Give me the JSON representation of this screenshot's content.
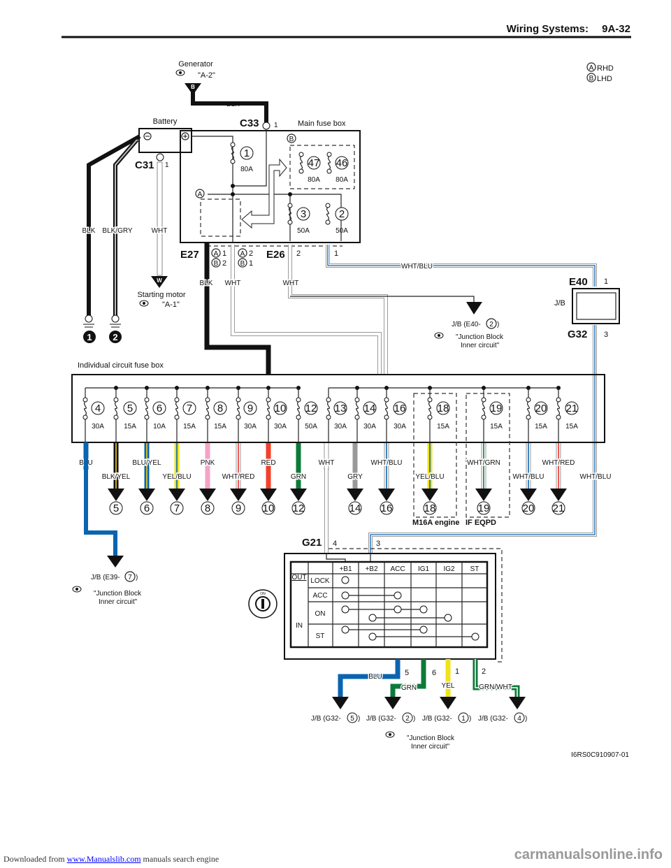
{
  "header": {
    "title": "Wiring Systems:",
    "page": "9A-32"
  },
  "variant_legend": [
    {
      "mark": "A",
      "label": "RHD"
    },
    {
      "mark": "B",
      "label": "LHD"
    }
  ],
  "generator": {
    "label": "Generator",
    "ref": "\"A-2\"",
    "terminal": "B",
    "wire": "BLK"
  },
  "battery": {
    "label": "Battery",
    "connector": "C31",
    "pin": "1",
    "wires": [
      "BLK",
      "BLK/GRY",
      "WHT"
    ]
  },
  "main_fuse_box": {
    "label": "Main fuse box",
    "connector": "C33",
    "pin": "1",
    "fuses": [
      {
        "no": "1",
        "amps": "80A"
      },
      {
        "no": "47",
        "amps": "80A"
      },
      {
        "no": "46",
        "amps": "80A"
      },
      {
        "no": "3",
        "amps": "50A"
      },
      {
        "no": "2",
        "amps": "50A"
      }
    ],
    "variant_marks": [
      "B",
      "A"
    ]
  },
  "e27": {
    "connector": "E27",
    "pins": [
      {
        "mark": "A",
        "pin": "1"
      },
      {
        "mark": "B",
        "pin": "2"
      },
      {
        "mark": "A",
        "pin": "2"
      },
      {
        "mark": "B",
        "pin": "1"
      }
    ],
    "wires": [
      "BLK",
      "WHT"
    ]
  },
  "e26": {
    "connector": "E26",
    "pins": [
      "2",
      "1"
    ],
    "wires": [
      "WHT",
      "WHT/BLU"
    ]
  },
  "starting_motor": {
    "label": "Starting motor",
    "ref": "\"A-1\"",
    "terminal": "W"
  },
  "grounds": [
    "1",
    "2"
  ],
  "jb": {
    "top_connector": "E40",
    "top_pin": "1",
    "label": "J/B",
    "bottom_connector": "G32",
    "bottom_pin": "3"
  },
  "jb_e40_ref": {
    "label": "J/B (E40-",
    "pin": "2",
    "close": ")",
    "ref1": "\"Junction Block",
    "ref2": "Inner circuit\""
  },
  "individual_fuse_box": {
    "label": "Individual circuit fuse box",
    "fuses": [
      {
        "no": "4",
        "amps": "30A",
        "wire": "BLU",
        "color": "#0a64b0",
        "tracer": null,
        "out": null
      },
      {
        "no": "5",
        "amps": "15A",
        "wire": "BLK/YEL",
        "color": "#111111",
        "tracer": "#f2d21b",
        "out": "5"
      },
      {
        "no": "6",
        "amps": "10A",
        "wire": "BLU/YEL",
        "color": "#0a64b0",
        "tracer": "#f2d21b",
        "out": "6"
      },
      {
        "no": "7",
        "amps": "15A",
        "wire": "YEL/BLU",
        "color": "#f2e21b",
        "tracer": "#0a64b0",
        "out": "7"
      },
      {
        "no": "8",
        "amps": "15A",
        "wire": "PNK",
        "color": "#f4a3c8",
        "tracer": null,
        "out": "8"
      },
      {
        "no": "9",
        "amps": "30A",
        "wire": "WHT/RED",
        "color": "#ffffff",
        "tracer": "#e8322a",
        "out": "9"
      },
      {
        "no": "10",
        "amps": "30A",
        "wire": "RED",
        "color": "#f2402a",
        "tracer": null,
        "out": "10"
      },
      {
        "no": "12",
        "amps": "50A",
        "wire": "GRN",
        "color": "#0d7a3a",
        "tracer": null,
        "out": "12"
      },
      {
        "no": "13",
        "amps": "30A",
        "wire": "WHT",
        "color": "#ffffff",
        "tracer": null,
        "out": null
      },
      {
        "no": "14",
        "amps": "30A",
        "wire": "GRY",
        "color": "#999999",
        "tracer": null,
        "out": "14"
      },
      {
        "no": "16",
        "amps": "30A",
        "wire": "WHT/BLU",
        "color": "#ffffff",
        "tracer": "#0a64b0",
        "out": "16"
      },
      {
        "no": "18",
        "amps": "15A",
        "wire": "YEL/BLU",
        "color": "#f2e21b",
        "tracer": "#0a64b0",
        "out": "18"
      },
      {
        "no": "19",
        "amps": "15A",
        "wire": "WHT/GRN",
        "color": "#ffffff",
        "tracer": "#0d7a3a",
        "out": "19"
      },
      {
        "no": "20",
        "amps": "15A",
        "wire": "WHT/BLU",
        "color": "#ffffff",
        "tracer": "#0a64b0",
        "out": "20"
      },
      {
        "no": "21",
        "amps": "15A",
        "wire": "WHT/RED",
        "color": "#ffffff",
        "tracer": "#e8322a",
        "out": "21"
      }
    ],
    "option_labels": [
      "M16A engine",
      "IF EQPD"
    ],
    "jb_wire": "WHT/BLU"
  },
  "jb_e39_ref": {
    "label": "J/B (E39-",
    "pin": "7",
    "close": ")",
    "ref1": "\"Junction Block",
    "ref2": "Inner circuit\""
  },
  "ignition_switch": {
    "connector": "G21",
    "pins": [
      "4",
      "3"
    ],
    "columns": [
      "+B1",
      "+B2",
      "ACC",
      "IG1",
      "IG2",
      "ST"
    ],
    "out_label": "OUT",
    "in_label": "IN",
    "rows": [
      "LOCK",
      "ACC",
      "ON",
      "ST"
    ],
    "key_positions": [
      "LOCK",
      "ACC",
      "ON",
      "START"
    ],
    "outputs": [
      {
        "pin": "5",
        "wire": "BLU",
        "color": "#0a64b0",
        "ref": "J/B (G32-",
        "ref_pin": "5"
      },
      {
        "pin": "6",
        "wire": "GRN",
        "color": "#0d7a3a",
        "ref": "J/B (G32-",
        "ref_pin": "2"
      },
      {
        "pin": "1",
        "wire": "YEL",
        "color": "#f2e21b",
        "ref": "J/B (G32-",
        "ref_pin": "1"
      },
      {
        "pin": "2",
        "wire": "GRN/WHT",
        "color": "#0d7a3a",
        "ref": "J/B (G32-",
        "ref_pin": "4"
      }
    ],
    "ref1": "\"Junction Block",
    "ref2": "Inner circuit\""
  },
  "figure_code": "I6RS0C910907-01",
  "watermark": {
    "prefix": "Downloaded from ",
    "link": "www.Manualslib.com",
    "suffix": " manuals search engine",
    "site": "carmanualsonline.info"
  }
}
